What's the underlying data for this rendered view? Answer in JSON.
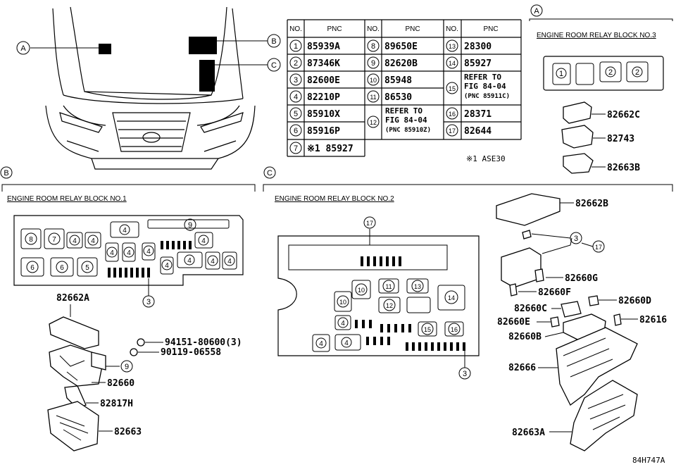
{
  "table": {
    "headers": [
      "NO.",
      "PNC",
      "NO.",
      "PNC",
      "NO.",
      "PNC"
    ],
    "col1": [
      {
        "no": "1",
        "pnc": "85939A"
      },
      {
        "no": "2",
        "pnc": "87346K"
      },
      {
        "no": "3",
        "pnc": "82600E"
      },
      {
        "no": "4",
        "pnc": "82210P"
      },
      {
        "no": "5",
        "pnc": "85910X"
      },
      {
        "no": "6",
        "pnc": "85916P"
      },
      {
        "no": "7",
        "pnc": "※1 85927"
      }
    ],
    "col2": [
      {
        "no": "8",
        "pnc": "89650E"
      },
      {
        "no": "9",
        "pnc": "82620B"
      },
      {
        "no": "10",
        "pnc": "85948"
      },
      {
        "no": "11",
        "pnc": "86530"
      },
      {
        "no": "12",
        "pnc_lines": [
          "REFER TO",
          "FIG 84-04",
          "(PNC 85910Z)"
        ]
      }
    ],
    "col3": [
      {
        "no": "13",
        "pnc": "28300"
      },
      {
        "no": "14",
        "pnc": "85927"
      },
      {
        "no": "15",
        "pnc_lines": [
          "REFER TO",
          "FIG 84-04",
          "(PNC 85911C)"
        ]
      },
      {
        "no": "16",
        "pnc": "28371"
      },
      {
        "no": "17",
        "pnc": "82644"
      }
    ],
    "note": "※1 ASE30"
  },
  "view_labels": {
    "a": "A",
    "b": "B",
    "c": "C"
  },
  "block3": {
    "title": "ENGINE ROOM RELAY BLOCK NO.3",
    "slots": [
      "1",
      "",
      "2",
      "2"
    ],
    "parts": [
      "82662C",
      "82743",
      "82663B"
    ]
  },
  "block1": {
    "title": "ENGINE ROOM RELAY BLOCK NO.1",
    "parts": [
      "82662A",
      "94151-80600(3)",
      "90119-06558",
      "82660",
      "82817H",
      "82663"
    ],
    "callouts": [
      "9",
      "3"
    ]
  },
  "block2": {
    "title": "ENGINE ROOM RELAY BLOCK NO.2",
    "parts": [
      "82662B",
      "82660G",
      "82660F",
      "82660C",
      "82660D",
      "82660E",
      "82616",
      "82660B",
      "82666",
      "82663A"
    ],
    "callouts": [
      "17",
      "3",
      "3",
      "17"
    ]
  },
  "figure_code": "84H747A"
}
